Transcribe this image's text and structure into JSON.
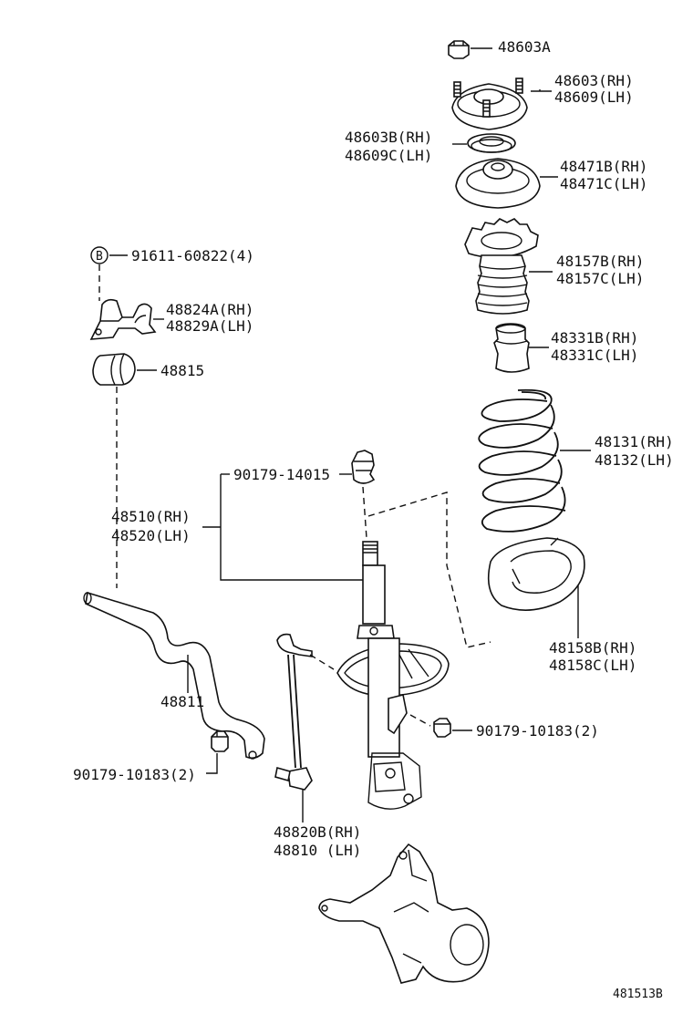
{
  "labels": {
    "p48603A": "48603A",
    "p48603_rh": "48603(RH)",
    "p48609_lh": "48609(LH)",
    "p48603B_rh": "48603B(RH)",
    "p48609C_lh": "48609C(LH)",
    "p48471B_rh": "48471B(RH)",
    "p48471C_lh": "48471C(LH)",
    "p48157B_rh": "48157B(RH)",
    "p48157C_lh": "48157C(LH)",
    "p48331B_rh": "48331B(RH)",
    "p48331C_lh": "48331C(LH)",
    "p48131_rh": "48131(RH)",
    "p48132_lh": "48132(LH)",
    "p48158B_rh": "48158B(RH)",
    "p48158C_lh": "48158C(LH)",
    "p91611": "91611-60822(4)",
    "bolt_marker": "B",
    "p48824A_rh": "48824A(RH)",
    "p48829A_lh": "48829A(LH)",
    "p48815": "48815",
    "p90179_14015": "90179-14015",
    "p48510_rh": "48510(RH)",
    "p48520_lh": "48520(LH)",
    "p48811": "48811",
    "p90179_10183_left": "90179-10183(2)",
    "p90179_10183_right": "90179-10183(2)",
    "p48820B_rh": "48820B(RH)",
    "p48810_lh": "48810  (LH)",
    "figure_code": "481513B"
  }
}
